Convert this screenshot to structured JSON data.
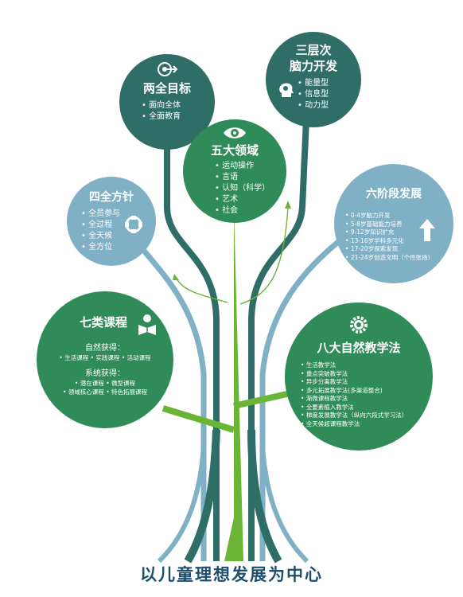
{
  "colors": {
    "dark_teal": "#2f6d67",
    "green": "#2f8b57",
    "light_green": "#6ab536",
    "light_blue": "#7fb0c6",
    "footer": "#1f4d6e"
  },
  "nodes": {
    "two_goals": {
      "title": "两全目标",
      "items": [
        "面向全体",
        "全面教育"
      ],
      "icon": "target-icon"
    },
    "three_levels": {
      "title_line1": "三层次",
      "title_line2": "脑力开发",
      "items": [
        "能量型",
        "信息型",
        "动力型"
      ],
      "icon": "brain-gear-icon"
    },
    "five_domains": {
      "title": "五大领域",
      "items": [
        "运动操作",
        "言语",
        "认知（科学）",
        "艺术",
        "社会"
      ],
      "icon": "eye-icon"
    },
    "four_policies": {
      "title": "四全方针",
      "items": [
        "全员参与",
        "全过程",
        "全天候",
        "全方位"
      ],
      "icon": "compass-icon"
    },
    "six_stages": {
      "title": "六阶段发展",
      "items": [
        "0-4岁脑力开发",
        "5-8岁基础能力培养",
        "9-12岁知识扩充",
        "13-16岁学科多元化",
        "17-20岁探索发现",
        "21-24岁创造文明（个性张扬）"
      ],
      "icon": "arrow-up-icon"
    },
    "seven_courses": {
      "title": "七类课程",
      "natural_heading": "自然获得：",
      "natural_items": "• 生活课程 • 实践课程 • 活动课程",
      "system_heading": "系统获得：",
      "system_items_line1": "• 潜在课程 • 微型课程",
      "system_items_line2": "• 领域核心课程 • 特色拓展课程",
      "icon": "reader-icon"
    },
    "eight_methods": {
      "title": "八大自然教学法",
      "items": [
        "生活教学法",
        "重点突破教学法",
        "异步分离教学法",
        "多元拓展教学法(多渠道整合)",
        "渐微课程教学法",
        "全要素植入教学法",
        "梯度发展教学法（纵向六段式学习法）",
        "全天候超课程教学法"
      ],
      "icon": "gear-icon"
    }
  },
  "footer": "以儿童理想发展为中心"
}
